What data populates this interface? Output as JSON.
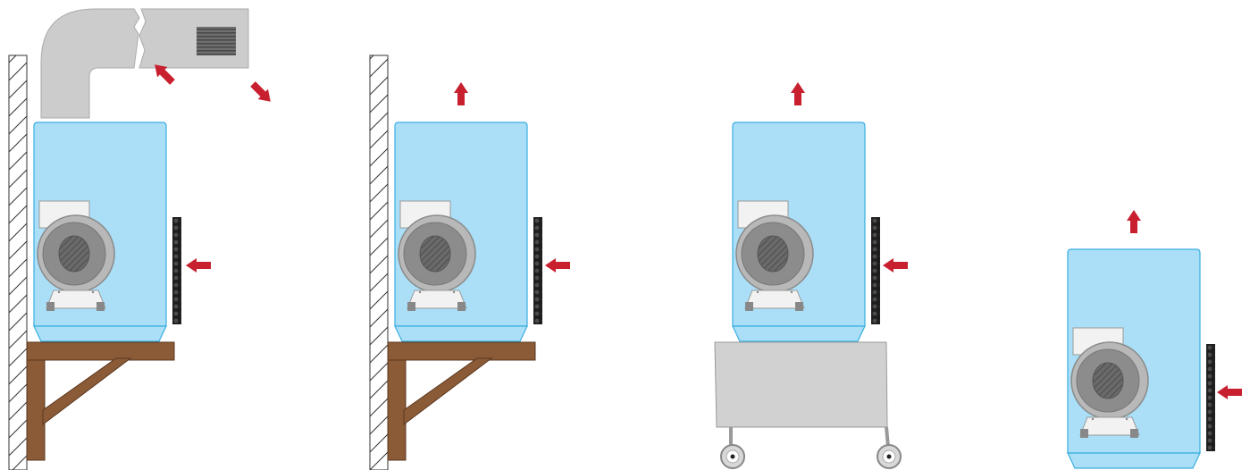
{
  "diagram": {
    "kind": "installation-options",
    "panels": [
      {
        "name": "wall-bracket-with-duct",
        "mount": "wall-bracket",
        "exhaust": "ducted-grille",
        "airflow": [
          "intake-from-right",
          "exhaust-through-duct-grille"
        ]
      },
      {
        "name": "wall-bracket",
        "mount": "wall-bracket",
        "exhaust": "free-top",
        "airflow": [
          "intake-from-right",
          "exhaust-upward"
        ]
      },
      {
        "name": "mobile-cart",
        "mount": "wheeled-cart",
        "exhaust": "free-top",
        "airflow": [
          "intake-from-right",
          "exhaust-upward"
        ]
      },
      {
        "name": "floor-standing",
        "mount": "floor",
        "exhaust": "free-top",
        "airflow": [
          "intake-from-right",
          "exhaust-upward"
        ]
      }
    ],
    "colors": {
      "unit_body": "#aadff7",
      "unit_edge": "#3aaee0",
      "fan_housing": "#b0b0b0",
      "fan_dark": "#6e6e6e",
      "bracket_wood": "#8b5a36",
      "duct": "#cccccc",
      "filter_grille": "#2a2a2a",
      "airflow_arrow": "#c8202f",
      "cart": "#d1d1d1"
    },
    "icons": [
      "wall-hatch",
      "fan-icon",
      "airflow-arrow-icon",
      "filter-grille-icon",
      "wheel-icon"
    ]
  }
}
